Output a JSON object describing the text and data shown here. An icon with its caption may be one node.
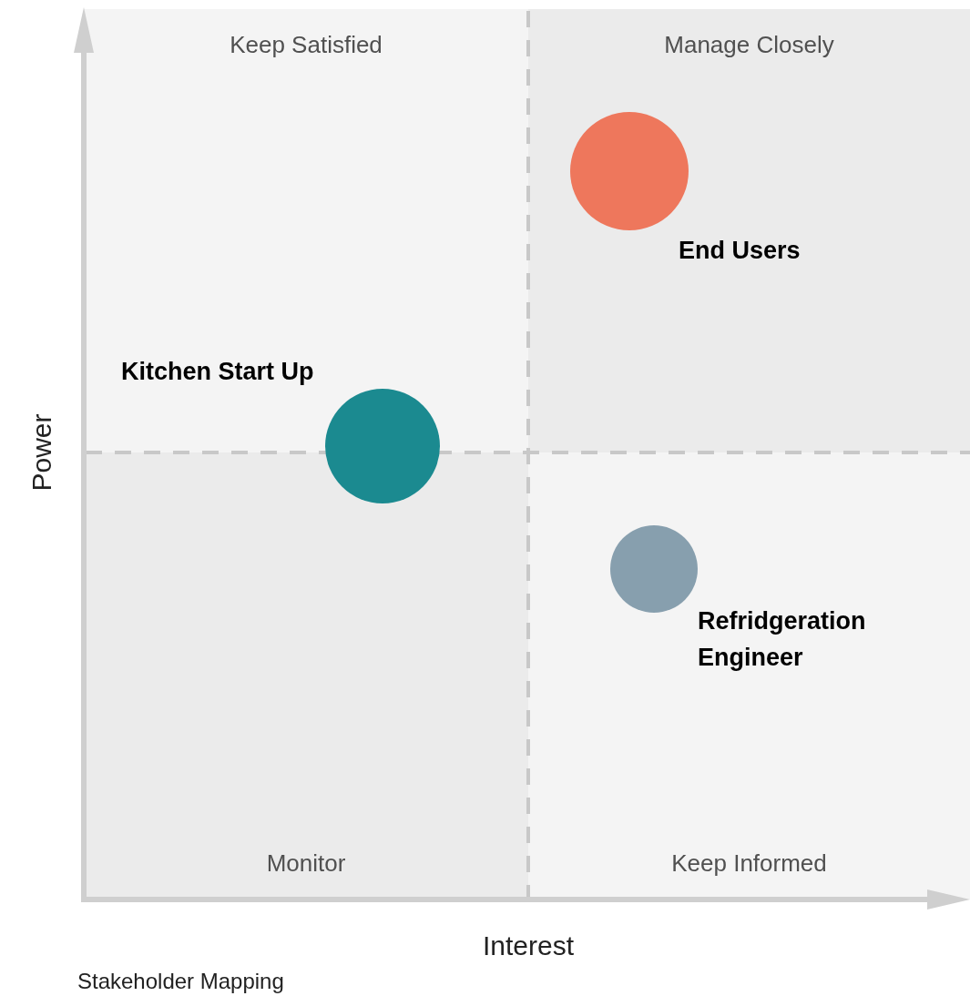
{
  "diagram": {
    "caption": "Stakeholder Mapping",
    "nodes": [
      {
        "text": [
          "Keep Satisfied"
        ]
      },
      {
        "text": [
          "Manage Closely"
        ]
      },
      {
        "text": [
          "Monitor"
        ]
      },
      {
        "text": [
          "Keep Informed"
        ]
      },
      {
        "text": [],
        "shape": "circle",
        "in": 1,
        "beside": [
          "End Users"
        ]
      },
      {
        "text": [],
        "shape": "circle",
        "beside": [
          "Kitchen Start Up"
        ]
      },
      {
        "text": [],
        "shape": "circle",
        "in": 3,
        "beside": [
          "Refridgeration Engineer"
        ]
      }
    ],
    "labels": [
      "Power",
      "Interest"
    ]
  }
}
